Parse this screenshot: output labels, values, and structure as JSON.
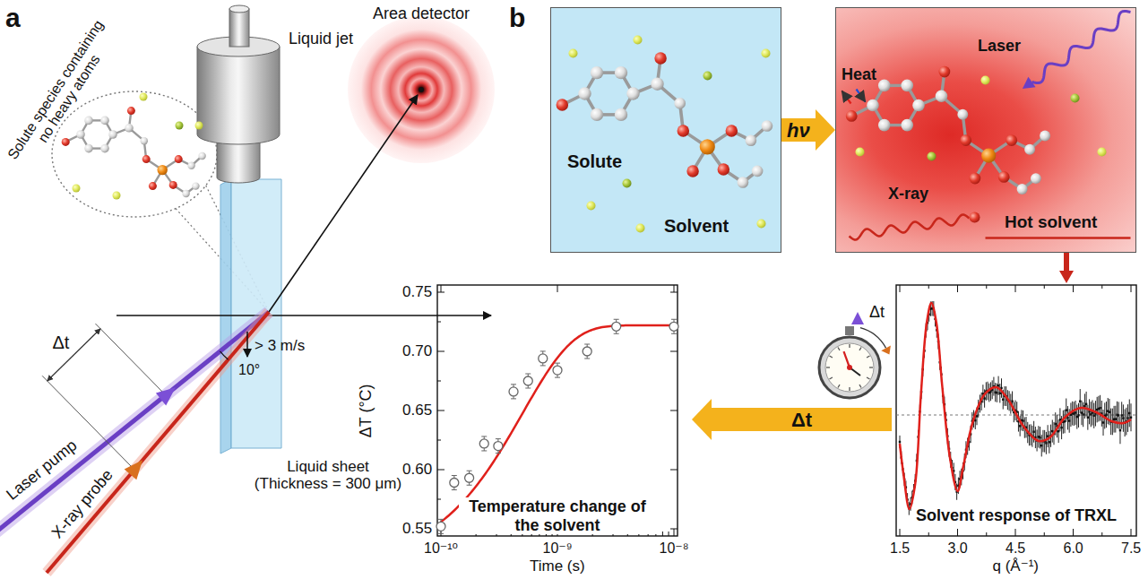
{
  "diagram": {
    "nodes": [
      {
        "text": [
          "Solute",
          "Solvent"
        ]
      },
      {
        "text": [
          "Heat",
          "Laser",
          "X-ray",
          "Hot solvent"
        ]
      },
      {
        "text": [
          "Solvent response of TRXL"
        ]
      },
      {
        "text": [
          "Temperature change of the solvent"
        ]
      }
    ],
    "edges": [
      {
        "from": 0,
        "to": 1,
        "arrow": "to",
        "label": "hν"
      },
      {
        "from": 1,
        "to": 2,
        "arrow": "to"
      },
      {
        "from": 2,
        "to": 3,
        "arrow": "to",
        "label": "Δt"
      }
    ],
    "labels": [
      "a",
      "b",
      "Solute species containing no heavy atoms",
      "Liquid jet",
      "Area detector",
      "Δt",
      "Laser pump",
      "X-ray probe",
      "10°",
      "> 3 m/s",
      "Liquid sheet (Thickness = 300 μm)",
      "Δt",
      "0.75",
      "0.70",
      "0.65",
      "0.60",
      "0.55",
      "ΔT (°C)",
      "10⁻¹⁰",
      "10⁻⁹",
      "10⁻⁸",
      "Time (s)",
      "1.5",
      "3.0",
      "4.5",
      "6.0",
      "7.5",
      "q (Å⁻¹)"
    ]
  }
}
